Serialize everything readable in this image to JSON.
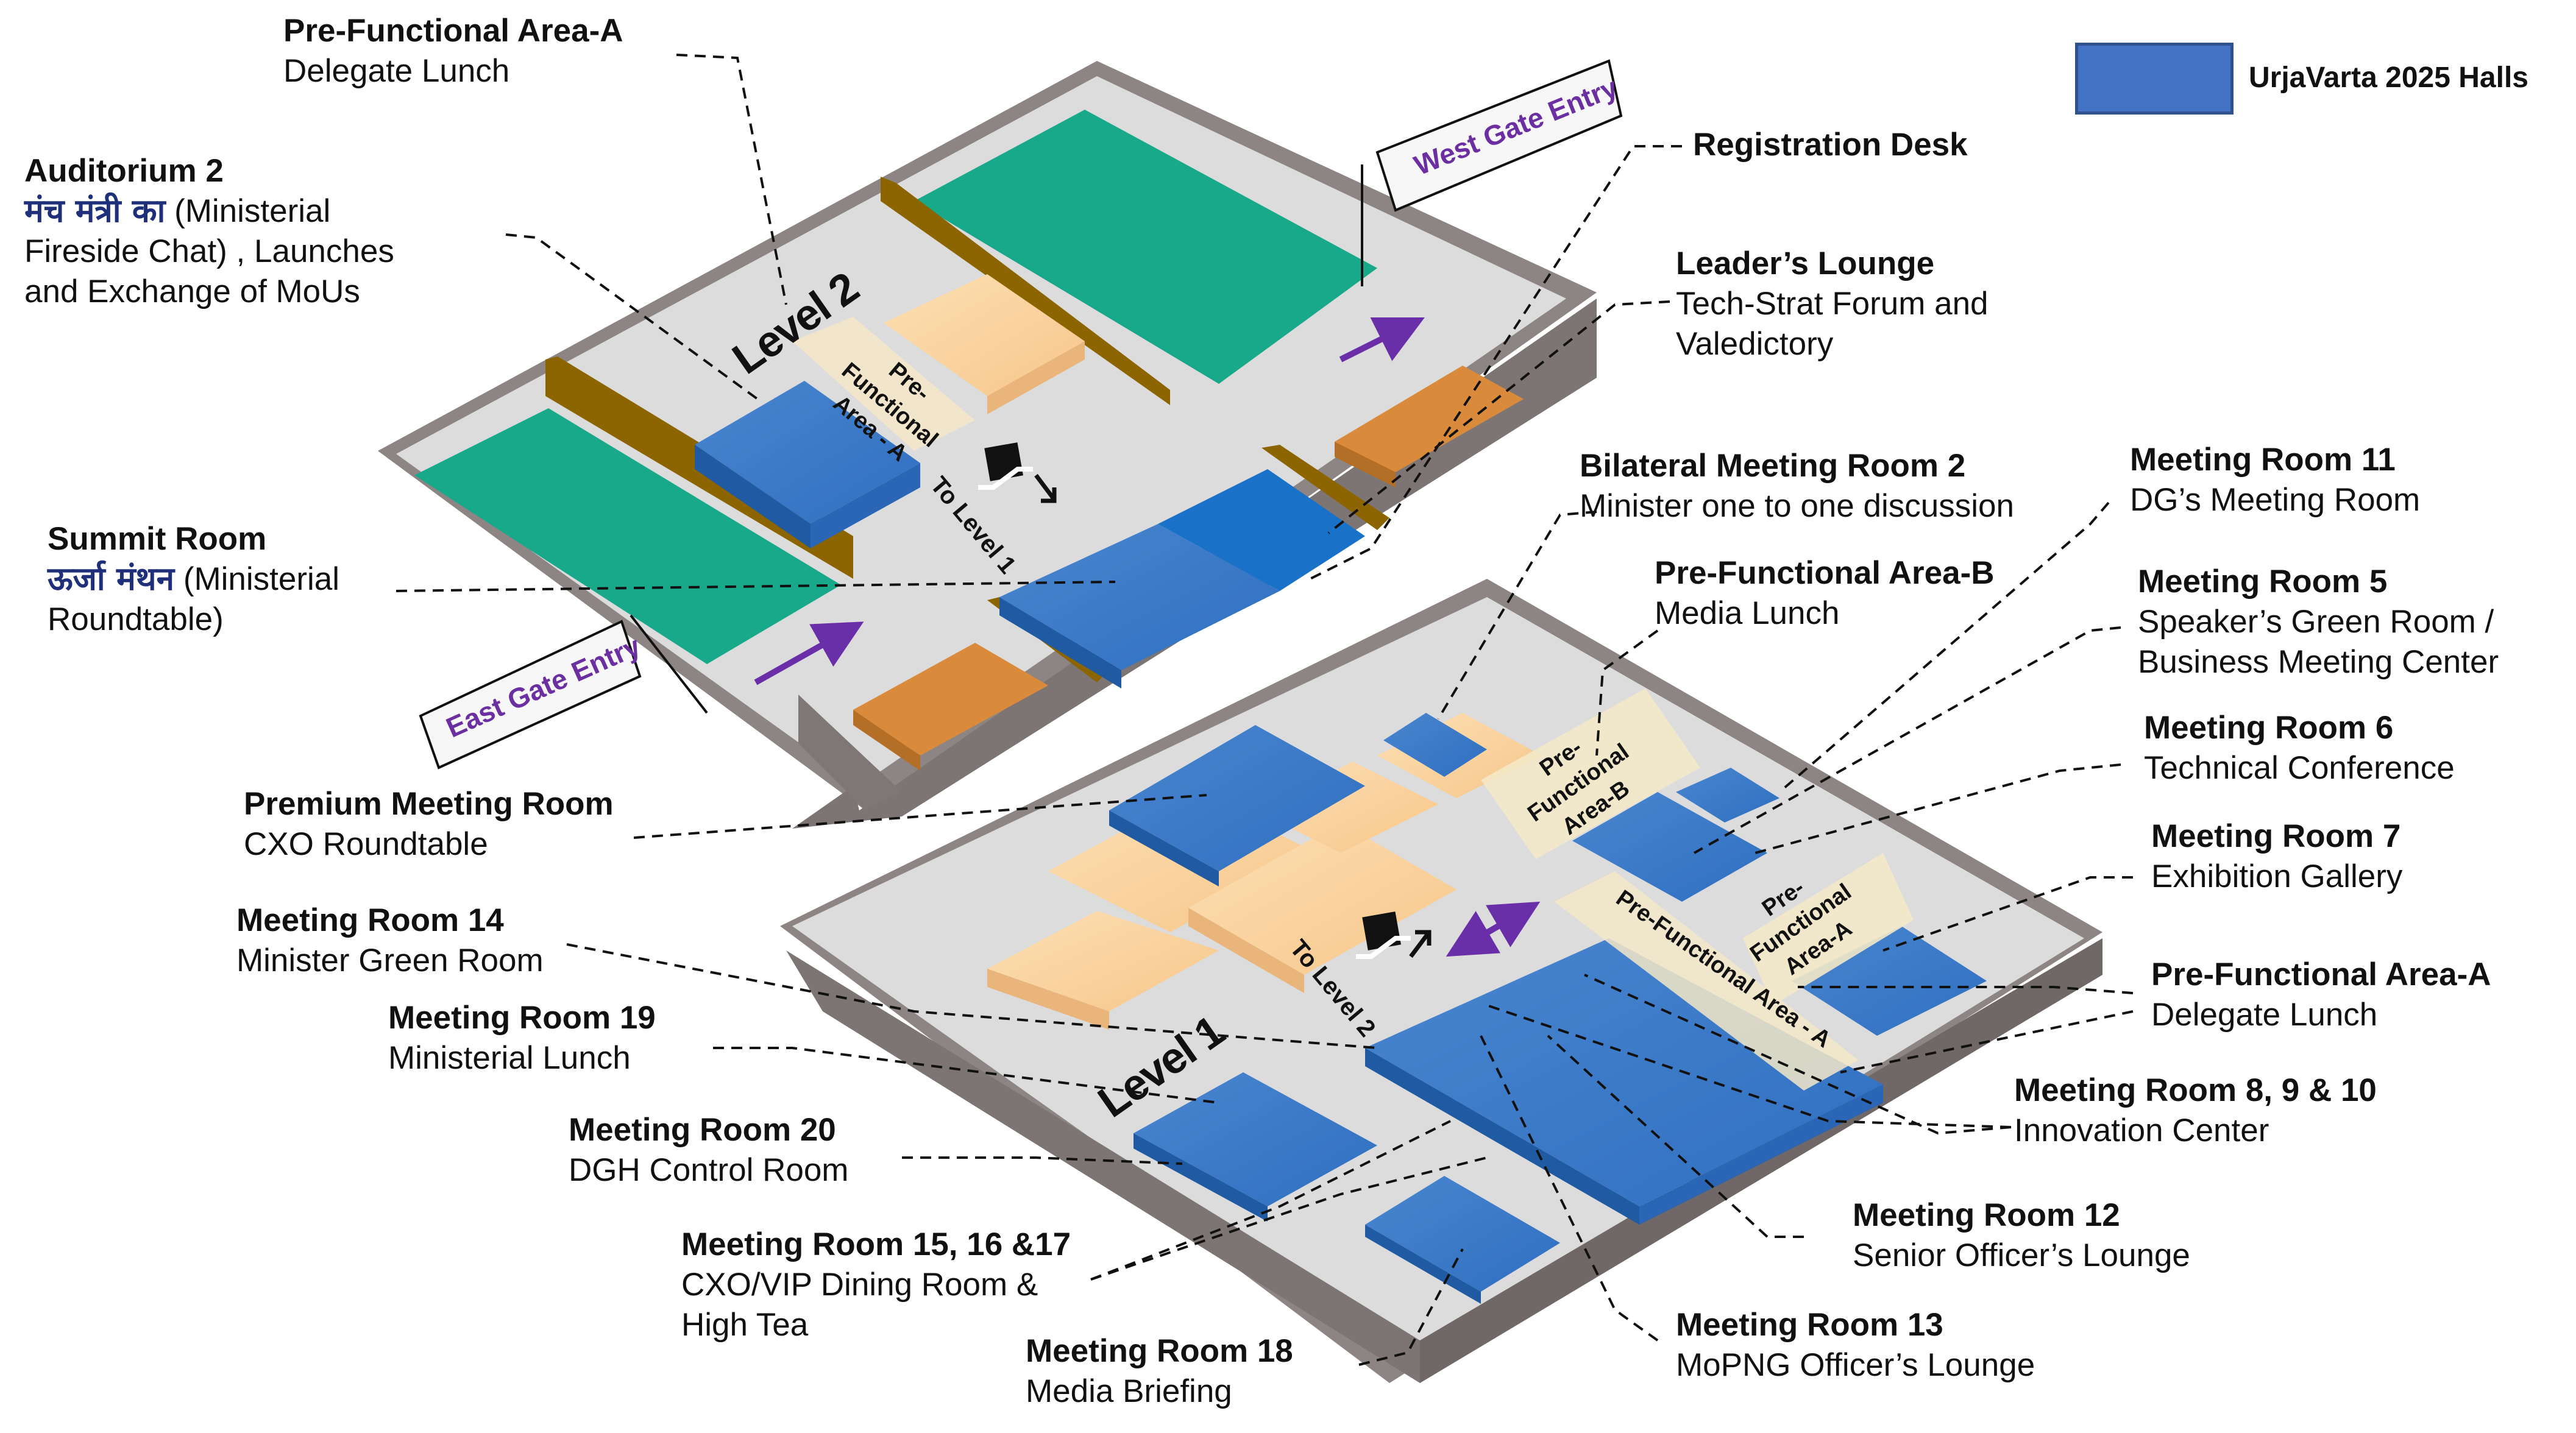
{
  "legend": {
    "label": "UrjaVarta 2025 Halls",
    "color": "#4472c4"
  },
  "level_labels": {
    "level2": "Level 2",
    "level1": "Level 1"
  },
  "escalators": {
    "to_level1": "To Level 1",
    "to_level2": "To Level 2"
  },
  "gates": {
    "west": "West Gate Entry",
    "east": "East Gate Entry"
  },
  "zone_labels": {
    "pfa_l2": "Pre-Functional Area - A",
    "pfa_b": "Pre-Functional Area-B",
    "pfa_a_small": "Pre-Functional Area-A",
    "pfa_a_strip": "Pre-Functional Area - A"
  },
  "annotations": {
    "pfa_top": {
      "title": "Pre-Functional Area-A",
      "sub": "Delegate Lunch"
    },
    "auditorium": {
      "title": "Auditorium 2",
      "hindi": "मंच मंत्री का",
      "sub1": "(Ministerial",
      "sub2": "Fireside Chat) , Launches",
      "sub3": "and Exchange of MoUs"
    },
    "summit": {
      "title": "Summit Room",
      "hindi": "ऊर्जा मंथन",
      "sub1": "(Ministerial",
      "sub2": "Roundtable)"
    },
    "registration": {
      "title": "Registration Desk"
    },
    "leaders": {
      "title": "Leader’s Lounge",
      "sub1": "Tech-Strat Forum and",
      "sub2": "Valedictory"
    },
    "bilateral": {
      "title": "Bilateral Meeting Room 2",
      "sub": "Minister one to one discussion"
    },
    "pfb": {
      "title": "Pre-Functional Area-B",
      "sub": "Media Lunch"
    },
    "mr11": {
      "title": "Meeting Room 11",
      "sub": "DG’s Meeting Room"
    },
    "mr5": {
      "title": "Meeting Room 5",
      "sub1": "Speaker’s Green Room /",
      "sub2": "Business Meeting Center"
    },
    "mr6": {
      "title": "Meeting Room 6",
      "sub": "Technical Conference"
    },
    "mr7": {
      "title": "Meeting Room 7",
      "sub": "Exhibition Gallery"
    },
    "pfa_right": {
      "title": "Pre-Functional Area-A",
      "sub": "Delegate Lunch"
    },
    "mr8910": {
      "title": "Meeting Room 8, 9 & 10",
      "sub": "Innovation Center"
    },
    "mr12": {
      "title": "Meeting Room 12",
      "sub": "Senior Officer’s Lounge"
    },
    "mr13": {
      "title": "Meeting Room 13",
      "sub": "MoPNG Officer’s Lounge"
    },
    "premium": {
      "title": "Premium Meeting Room",
      "sub": "CXO Roundtable"
    },
    "mr14": {
      "title": "Meeting Room 14",
      "sub": "Minister Green Room"
    },
    "mr19": {
      "title": "Meeting Room 19",
      "sub": "Ministerial Lunch"
    },
    "mr20": {
      "title": "Meeting Room 20",
      "sub": "DGH Control Room"
    },
    "mr151617": {
      "title": "Meeting Room 15, 16 &17",
      "sub1": "CXO/VIP Dining Room &",
      "sub2": "High Tea"
    },
    "mr18": {
      "title": "Meeting Room 18",
      "sub": "Media Briefing"
    }
  }
}
